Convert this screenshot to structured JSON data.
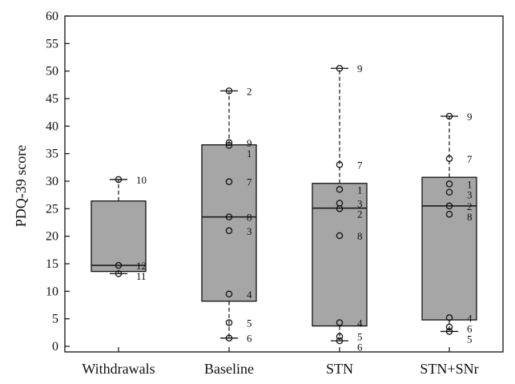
{
  "chart_data": {
    "type": "box",
    "ylabel": "PDQ-39 score",
    "xlabel": "",
    "title": "",
    "ylim": [
      0,
      60
    ],
    "yticks": [
      0,
      5,
      10,
      15,
      20,
      25,
      30,
      35,
      40,
      45,
      50,
      55,
      60
    ],
    "grid": false,
    "legend": "none",
    "colors": {
      "box_fill": "#a6a6a6",
      "stroke": "#111111"
    },
    "categories": [
      "Withdrawals",
      "Baseline",
      "STN",
      "STN+SNr"
    ],
    "boxes": [
      {
        "category": "Withdrawals",
        "q1": 13.6,
        "median": 14.7,
        "q3": 26.4,
        "whisker_low": 13.2,
        "whisker_high": 30.3,
        "points": [
          {
            "label": "10",
            "value": 30.3
          },
          {
            "label": "12",
            "value": 14.7
          },
          {
            "label": "11",
            "value": 13.2
          }
        ]
      },
      {
        "category": "Baseline",
        "q1": 8.2,
        "median": 23.5,
        "q3": 36.6,
        "whisker_low": 1.5,
        "whisker_high": 46.4,
        "points": [
          {
            "label": "2",
            "value": 46.4
          },
          {
            "label": "9",
            "value": 37.0
          },
          {
            "label": "1",
            "value": 36.5
          },
          {
            "label": "7",
            "value": 29.9
          },
          {
            "label": "8",
            "value": 23.5
          },
          {
            "label": "3",
            "value": 21.0
          },
          {
            "label": "4",
            "value": 9.5
          },
          {
            "label": "5",
            "value": 4.3
          },
          {
            "label": "6",
            "value": 1.5
          }
        ]
      },
      {
        "category": "STN",
        "q1": 3.7,
        "median": 25.1,
        "q3": 29.6,
        "whisker_low": 1.0,
        "whisker_high": 50.5,
        "points": [
          {
            "label": "9",
            "value": 50.5
          },
          {
            "label": "7",
            "value": 33.0
          },
          {
            "label": "1",
            "value": 28.5
          },
          {
            "label": "3",
            "value": 26.0
          },
          {
            "label": "2",
            "value": 25.0
          },
          {
            "label": "8",
            "value": 20.1
          },
          {
            "label": "4",
            "value": 4.3
          },
          {
            "label": "5",
            "value": 1.8
          },
          {
            "label": "6",
            "value": 1.0
          }
        ]
      },
      {
        "category": "STN+SNr",
        "q1": 4.8,
        "median": 25.5,
        "q3": 30.7,
        "whisker_low": 2.7,
        "whisker_high": 41.8,
        "points": [
          {
            "label": "9",
            "value": 41.8
          },
          {
            "label": "7",
            "value": 34.1
          },
          {
            "label": "1",
            "value": 29.5
          },
          {
            "label": "3",
            "value": 28.0
          },
          {
            "label": "2",
            "value": 25.5
          },
          {
            "label": "8",
            "value": 24.0
          },
          {
            "label": "4",
            "value": 5.2
          },
          {
            "label": "6",
            "value": 3.5
          },
          {
            "label": "5",
            "value": 2.7
          }
        ]
      }
    ]
  }
}
